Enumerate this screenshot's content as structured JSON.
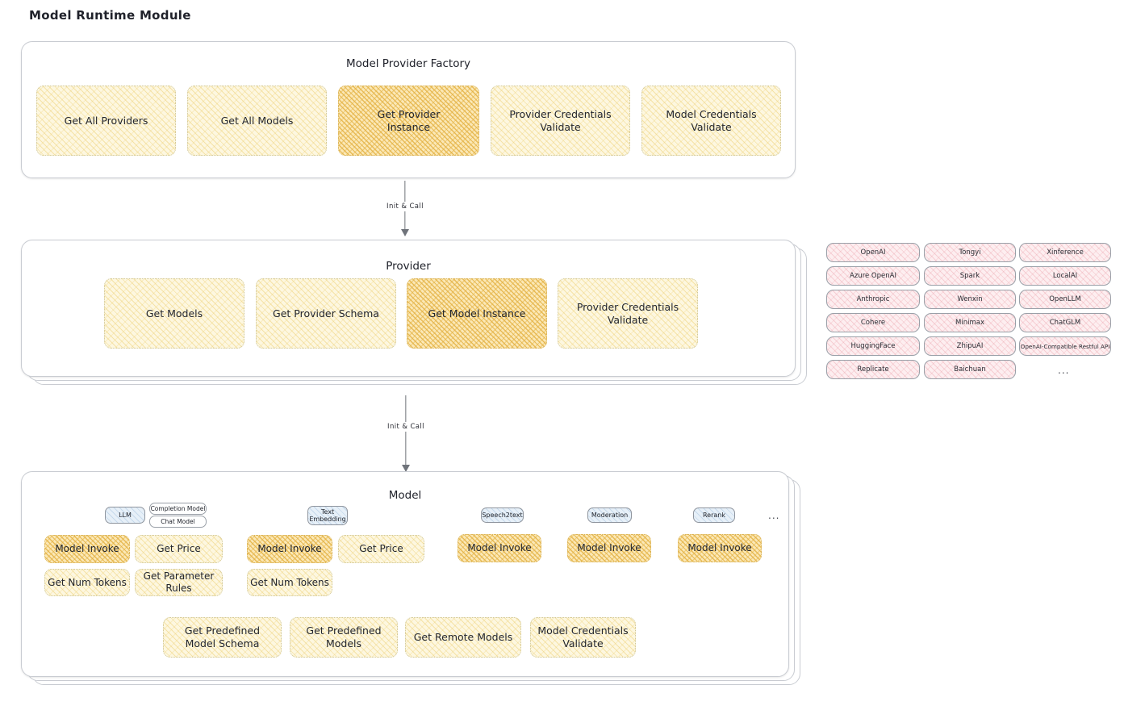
{
  "title": "Model Runtime Module",
  "sections": {
    "factory": {
      "title": "Model Provider Factory",
      "boxes": [
        {
          "label": "Get All Providers",
          "highlighted": false
        },
        {
          "label": "Get All Models",
          "highlighted": false
        },
        {
          "label": "Get Provider Instance",
          "highlighted": true
        },
        {
          "label": "Provider Credentials Validate",
          "highlighted": false
        },
        {
          "label": "Model Credentials Validate",
          "highlighted": false
        }
      ]
    },
    "provider": {
      "title": "Provider",
      "boxes": [
        {
          "label": "Get Models",
          "highlighted": false
        },
        {
          "label": "Get Provider Schema",
          "highlighted": false
        },
        {
          "label": "Get Model Instance",
          "highlighted": true
        },
        {
          "label": "Provider Credentials Validate",
          "highlighted": false
        }
      ]
    },
    "model": {
      "title": "Model",
      "groups": [
        {
          "type": "LLM",
          "subtypes": [
            "Completion Model",
            "Chat Model"
          ],
          "methods": [
            {
              "label": "Model Invoke",
              "highlighted": true
            },
            {
              "label": "Get Price",
              "highlighted": false
            },
            {
              "label": "Get Num Tokens",
              "highlighted": false
            },
            {
              "label": "Get Parameter Rules",
              "highlighted": false
            }
          ]
        },
        {
          "type": "Text Embedding",
          "subtypes": [],
          "methods": [
            {
              "label": "Model Invoke",
              "highlighted": true
            },
            {
              "label": "Get Price",
              "highlighted": false
            },
            {
              "label": "Get Num Tokens",
              "highlighted": false
            }
          ]
        },
        {
          "type": "Speech2text",
          "subtypes": [],
          "methods": [
            {
              "label": "Model Invoke",
              "highlighted": true
            }
          ]
        },
        {
          "type": "Moderation",
          "subtypes": [],
          "methods": [
            {
              "label": "Model Invoke",
              "highlighted": true
            }
          ]
        },
        {
          "type": "Rerank",
          "subtypes": [],
          "methods": [
            {
              "label": "Model Invoke",
              "highlighted": true
            }
          ]
        }
      ],
      "more_indicator": "...",
      "shared_methods": [
        {
          "label": "Get Predefined Model Schema"
        },
        {
          "label": "Get Predefined Models"
        },
        {
          "label": "Get Remote Models"
        },
        {
          "label": "Model Credentials Validate"
        }
      ]
    }
  },
  "connectors": [
    {
      "label": "Init & Call"
    },
    {
      "label": "Init & Call"
    }
  ],
  "provider_list": {
    "columns": [
      [
        "OpenAI",
        "Azure OpenAI",
        "Anthropic",
        "Cohere",
        "HuggingFace",
        "Replicate"
      ],
      [
        "Tongyi",
        "Spark",
        "Wenxin",
        "Minimax",
        "ZhipuAI",
        "Baichuan"
      ],
      [
        "Xinference",
        "LocalAI",
        "OpenLLM",
        "ChatGLM",
        "OpenAI-Compatible Restful API"
      ]
    ],
    "more_indicator": "..."
  },
  "colors": {
    "box_fill": "#fdf7e0",
    "box_highlight_fill": "#fbe8b6",
    "chip_fill": "#fdeef0",
    "badge_blue_fill": "#e7f0f8",
    "panel_border": "#c9ccd2",
    "connector": "#6f737a"
  }
}
